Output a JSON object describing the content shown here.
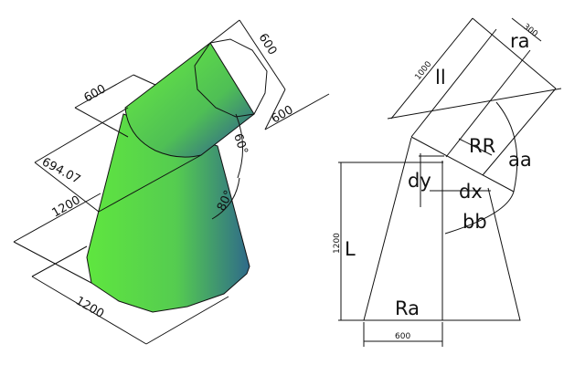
{
  "left_view": {
    "dims": {
      "cyl_diameter_top": "600",
      "cyl_length": "600",
      "cyl_end": "600",
      "offset": "694.07",
      "cone_height": "1200",
      "cone_base": "1200",
      "angle_a": "60°",
      "angle_b": "80°"
    },
    "colors": {
      "light": "#66ee44",
      "mid": "#55cc55",
      "dark": "#2f5f8f"
    }
  },
  "right_view": {
    "labels": {
      "ll": "ll",
      "ra": "ra",
      "RR": "RR",
      "aa": "aa",
      "dy": "dy",
      "dx": "dx",
      "bb": "bb",
      "L": "L",
      "Ra": "Ra"
    },
    "dims": {
      "len": "1000",
      "radius": "300",
      "height": "1200",
      "base": "600"
    }
  }
}
